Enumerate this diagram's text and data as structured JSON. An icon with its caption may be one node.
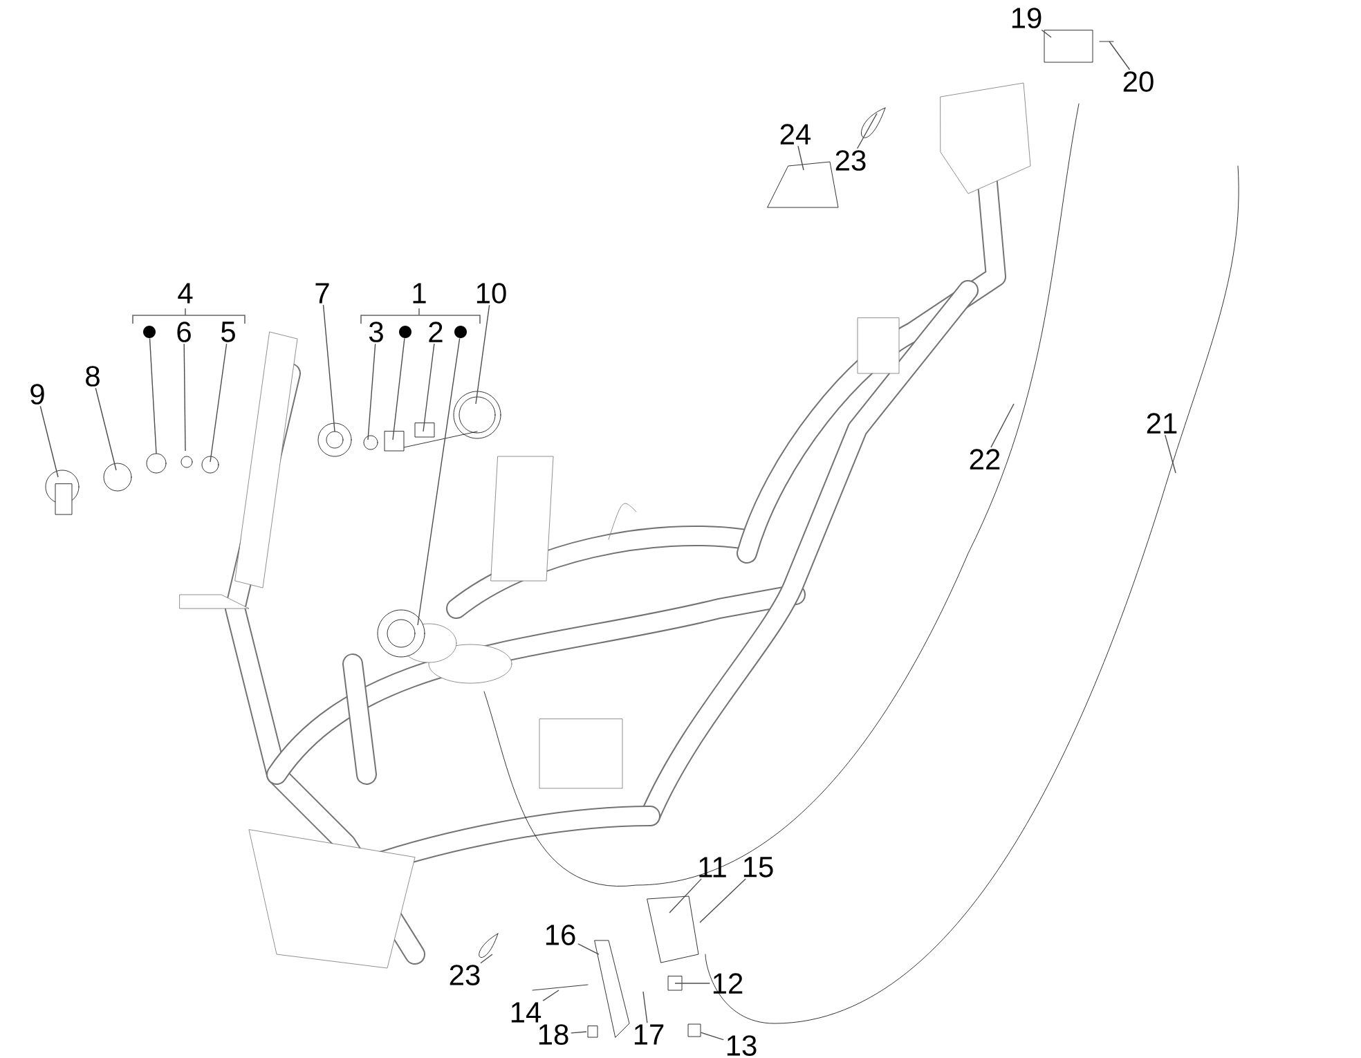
{
  "diagram": {
    "nodes": [
      {
        "text": [
          "19"
        ]
      },
      {
        "text": [
          "20"
        ]
      },
      {
        "text": [
          "24"
        ]
      },
      {
        "text": [
          "23"
        ]
      },
      {
        "text": [
          "4"
        ]
      },
      {
        "text": [
          "7"
        ]
      },
      {
        "text": [
          "1"
        ]
      },
      {
        "text": [
          "10"
        ]
      },
      {
        "text": [],
        "shape": "circle"
      },
      {
        "text": [
          "6"
        ]
      },
      {
        "text": [
          "5"
        ]
      },
      {
        "text": [
          "3"
        ]
      },
      {
        "text": [],
        "shape": "circle"
      },
      {
        "text": [
          "2"
        ]
      },
      {
        "text": [],
        "shape": "circle"
      },
      {
        "text": [
          "9"
        ]
      },
      {
        "text": [
          "8"
        ]
      },
      {
        "text": [
          "22"
        ]
      },
      {
        "text": [
          "21"
        ]
      },
      {
        "text": [
          "11"
        ]
      },
      {
        "text": [
          "15"
        ]
      },
      {
        "text": [
          "16"
        ]
      },
      {
        "text": [
          "23"
        ]
      },
      {
        "text": [
          "14"
        ]
      },
      {
        "text": [
          "12"
        ]
      },
      {
        "text": [
          "17"
        ]
      },
      {
        "text": [
          "18"
        ]
      },
      {
        "text": [
          "13"
        ]
      },
      {
        "text": [],
        "shape": "box"
      }
    ],
    "edges": [
      {
        "from": 0,
        "to": null,
        "arrow": "none"
      },
      {
        "from": 1,
        "to": null,
        "arrow": "none"
      },
      {
        "from": 2,
        "to": null,
        "arrow": "none"
      },
      {
        "from": 3,
        "to": null,
        "arrow": "none"
      },
      {
        "from": 5,
        "to": null,
        "arrow": "none"
      },
      {
        "from": 7,
        "to": null,
        "arrow": "none"
      },
      {
        "from": 8,
        "to": null,
        "arrow": "none"
      },
      {
        "from": 9,
        "to": null,
        "arrow": "none"
      },
      {
        "from": 10,
        "to": null,
        "arrow": "none"
      },
      {
        "from": 11,
        "to": null,
        "arrow": "none"
      },
      {
        "from": 12,
        "to": null,
        "arrow": "none"
      },
      {
        "from": 13,
        "to": null,
        "arrow": "none"
      },
      {
        "from": 14,
        "to": null,
        "arrow": "none"
      },
      {
        "from": 15,
        "to": null,
        "arrow": "none"
      },
      {
        "from": 16,
        "to": null,
        "arrow": "none"
      },
      {
        "from": 17,
        "to": null,
        "arrow": "none"
      },
      {
        "from": 18,
        "to": null,
        "arrow": "none"
      },
      {
        "from": 19,
        "to": null,
        "arrow": "none"
      },
      {
        "from": 20,
        "to": null,
        "arrow": "none"
      },
      {
        "from": 21,
        "to": null,
        "arrow": "none"
      },
      {
        "from": 22,
        "to": null,
        "arrow": "none"
      },
      {
        "from": 23,
        "to": null,
        "arrow": "none"
      },
      {
        "from": 24,
        "to": null,
        "arrow": "none"
      },
      {
        "from": 25,
        "to": null,
        "arrow": "none"
      },
      {
        "from": 26,
        "to": null,
        "arrow": "none"
      },
      {
        "from": 27,
        "to": 28,
        "arrow": "none"
      }
    ]
  }
}
